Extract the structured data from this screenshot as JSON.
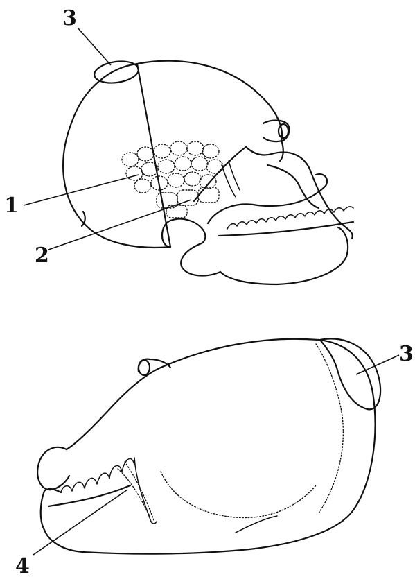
{
  "figure": {
    "top_view": {
      "labels": {
        "cells_a": "1",
        "cells_b": "2",
        "cap": "3"
      }
    },
    "bottom_view": {
      "labels": {
        "cap": "3",
        "teeth": "4"
      }
    }
  },
  "colors": {
    "ink": "#111111",
    "paper": "#ffffff"
  }
}
